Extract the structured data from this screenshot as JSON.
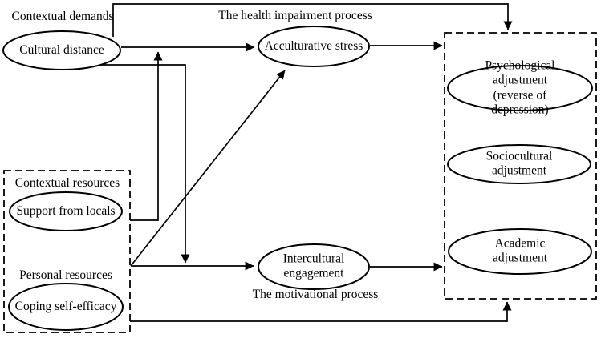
{
  "diagram": {
    "background_color": "#ffffff",
    "line_color": "#000000",
    "text_color": "#000000"
  },
  "labels": {
    "contextual_demands": "Contextual demands",
    "health_impairment_process": "The health impairment process",
    "contextual_resources": "Contextual resources",
    "personal_resources": "Personal resources",
    "motivational_process": "The motivational process"
  },
  "nodes": {
    "cultural_distance": "Cultural distance",
    "acculturative_stress": "Acculturative stress",
    "support_from_locals": "Support from locals",
    "coping_self_efficacy": "Coping self-efficacy",
    "intercultural_engagement": "Intercultural\nengagement",
    "psychological_adjustment": "Psychological adjustment\n(reverse of depression)",
    "sociocultural_adjustment": "Sociocultural adjustment",
    "academic_adjustment": "Academic adjustment"
  },
  "edges": [
    {
      "from": "cultural_distance",
      "to": "adjustment_outcomes_box",
      "route": "over the top"
    },
    {
      "from": "cultural_distance",
      "to": "acculturative_stress"
    },
    {
      "from": "acculturative_stress",
      "to": "adjustment_outcomes_box"
    },
    {
      "from": "support_from_locals",
      "to": "path cultural_distance->acculturative_stress",
      "type": "moderation"
    },
    {
      "from": "cultural_distance",
      "to": "path personal_resources->intercultural_engagement",
      "type": "moderation"
    },
    {
      "from": "personal_resources",
      "to": "acculturative_stress",
      "route": "diagonal"
    },
    {
      "from": "personal_resources",
      "to": "intercultural_engagement"
    },
    {
      "from": "intercultural_engagement",
      "to": "adjustment_outcomes_box"
    },
    {
      "from": "coping_self_efficacy",
      "to": "adjustment_outcomes_box",
      "route": "under the bottom"
    }
  ]
}
